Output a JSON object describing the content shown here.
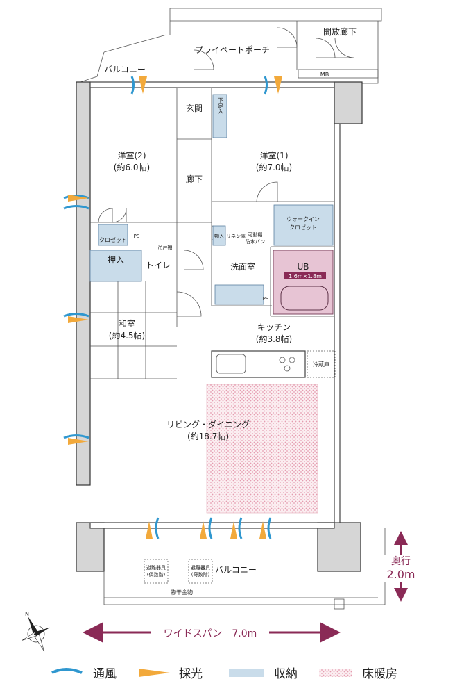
{
  "rooms": {
    "private_porch": "プライベートポーチ",
    "open_corridor": "開放廊下",
    "mb": "MB",
    "balcony_top": "バルコニー",
    "entrance": "玄関",
    "shoe_box": "下足入",
    "western2_name": "洋室(2)",
    "western2_size": "(約6.0帖)",
    "corridor": "廊下",
    "western1_name": "洋室(1)",
    "western1_size": "(約7.0帖)",
    "walkin_line1": "ウォークイン",
    "walkin_line2": "クロゼット",
    "closet": "クロゼット",
    "ps1": "PS",
    "shelf": "吊戸棚",
    "storage_small": "物入",
    "linen": "リネン庫",
    "pan_line1": "可動棚",
    "pan_line2": "防水パン",
    "oshiire": "押入",
    "toilet": "トイレ",
    "washroom": "洗面室",
    "ub": "UB",
    "ub_size": "1.6m×1.8m",
    "ps2": "PS",
    "kitchen_name": "キッチン",
    "kitchen_size": "(約3.8帖)",
    "fridge": "冷蔵庫",
    "washitsu_name": "和室",
    "washitsu_size": "(約4.5帖)",
    "living_name": "リビング・ダイニング",
    "living_size": "(約18.7帖)",
    "balcony_bottom": "バルコニー",
    "evac1_line1": "避難器具",
    "evac1_line2": "(偶数階)",
    "evac2_line1": "避難器具",
    "evac2_line2": "(奇数階)",
    "drying": "物干金物"
  },
  "dimensions": {
    "depth_label": "奥行",
    "depth_value": "2.0m",
    "span_label": "ワイドスパン　7.0m"
  },
  "compass": {
    "north": "N"
  },
  "legend": {
    "ventilation": "通風",
    "daylight": "採光",
    "storage": "収納",
    "floor_heating": "床暖房"
  },
  "colors": {
    "ventilation": "#2f97cf",
    "daylight": "#f2a93b",
    "storage": "#c9dcea",
    "floor_heating": "#f0c6d0",
    "accent": "#8a2a56"
  }
}
